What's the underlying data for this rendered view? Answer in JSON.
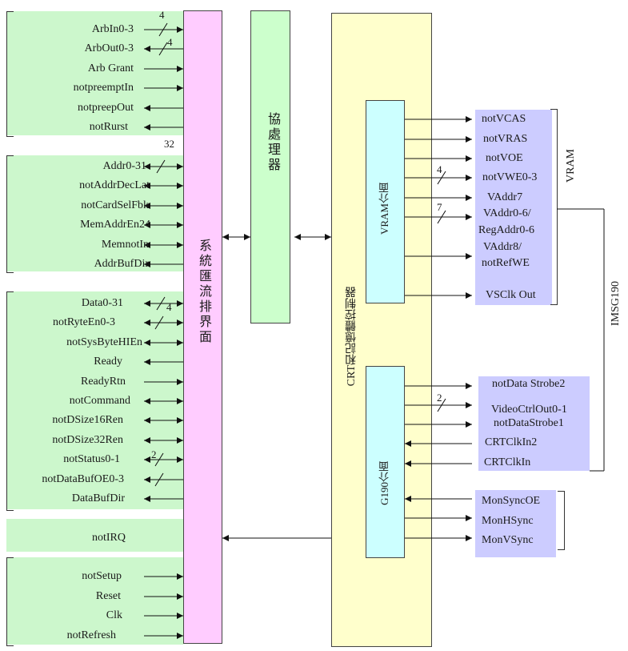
{
  "bus_signals": {
    "arbitration": [
      "ArbIn0-3",
      "ArbOut0-3",
      "Arb Grant",
      "notpreemptIn",
      "notpreepOut",
      "notRurst"
    ],
    "address": [
      "Addr0-31",
      "notAddrDecLat",
      "notCardSelFbk",
      "MemAddrEn24",
      "MemnotIn",
      "AddrBufDir"
    ],
    "data": [
      "Data0-31",
      "notRyteEn0-3",
      "notSysByteHIEn",
      "Ready",
      "ReadyRtn",
      "notCommand",
      "notDSize16Ren",
      "notDSize32Ren",
      "notStatus0-1",
      "notDataBufOE0-3",
      "DataBufDir"
    ],
    "irq": "notIRQ",
    "control": [
      "notSetup",
      "Reset",
      "Clk",
      "notRefresh"
    ]
  },
  "bus_widths": {
    "arb_in": "4",
    "arb_out": "4",
    "addr": "32",
    "data": "4",
    "status": "2"
  },
  "blocks": {
    "bus_interface": "系統匯流排界面",
    "coprocessor": "協處理器",
    "controller": "CRT和記憶體控制器",
    "vram_interface": "VRAM介面",
    "g190_interface": "G190介面"
  },
  "vram_signals": [
    "notVCAS",
    "notVRAS",
    "notVOE",
    "notVWE0-3",
    "VAddr7",
    "VAddr0-6/",
    "RegAddr0-6",
    "VAddr8/",
    "notRefWE",
    "VSClk Out"
  ],
  "vram_widths": {
    "vwe": "4",
    "vaddr": "7"
  },
  "g190_signals": [
    "notData Strobe2",
    "VideoCtrlOut0-1",
    "notDataStrobe1",
    "CRTClkIn2",
    "CRTClkIn"
  ],
  "g190_widths": {
    "videoctrl": "2"
  },
  "monitor_signals": [
    "MonSyncOE",
    "MonHSync",
    "MonVSync"
  ],
  "side_labels": {
    "vram": "VRAM",
    "imsg": "IMSG190"
  },
  "colors": {
    "bus_green": "#ccf7cc",
    "interface_pink": "#ffccff",
    "cop_green": "#ccffcc",
    "controller_yellow": "#ffffcc",
    "vram_cyan": "#ccffff",
    "signal_lavender": "#ccccff"
  }
}
